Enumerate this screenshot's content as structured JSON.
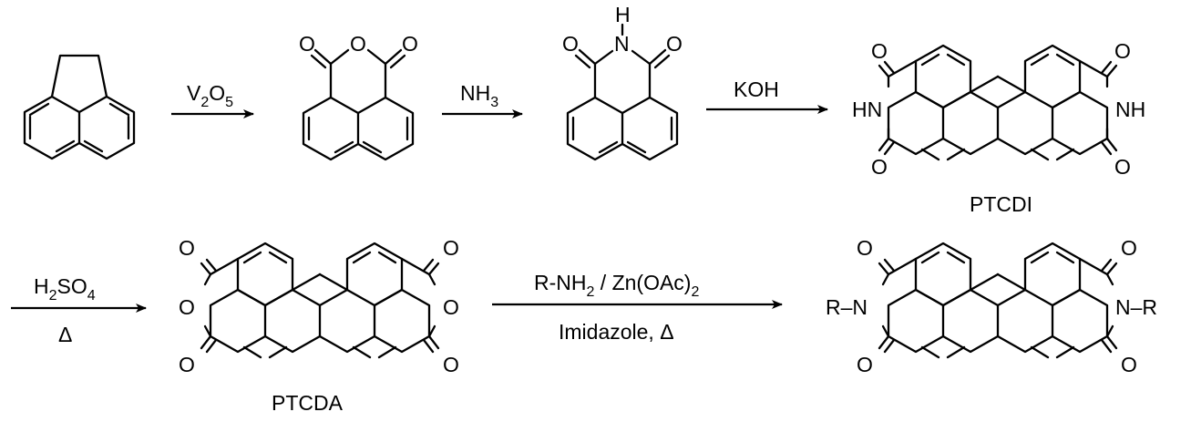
{
  "reagents": {
    "step1": {
      "main": "V",
      "sub1": "2",
      "mid": "O",
      "sub2": "5"
    },
    "step2": {
      "main": "NH",
      "sub": "3"
    },
    "step3": {
      "main": "KOH"
    },
    "step4": {
      "top_a": "H",
      "top_sub1": "2",
      "top_b": "SO",
      "top_sub2": "4",
      "bottom": "Δ"
    },
    "step5": {
      "top_a": "R-NH",
      "top_sub1": "2",
      "top_b": " / Zn(OAc)",
      "top_sub2": "2",
      "bottom": "Imidazole, Δ"
    }
  },
  "compounds": {
    "ptcdi": {
      "name": "PTCDI"
    },
    "ptcda": {
      "name": "PTCDA"
    }
  },
  "atoms": {
    "O": "O",
    "N": "N",
    "H": "H",
    "HN": "HN",
    "NH": "NH",
    "R_N": "R–N",
    "N_R": "N–R"
  }
}
